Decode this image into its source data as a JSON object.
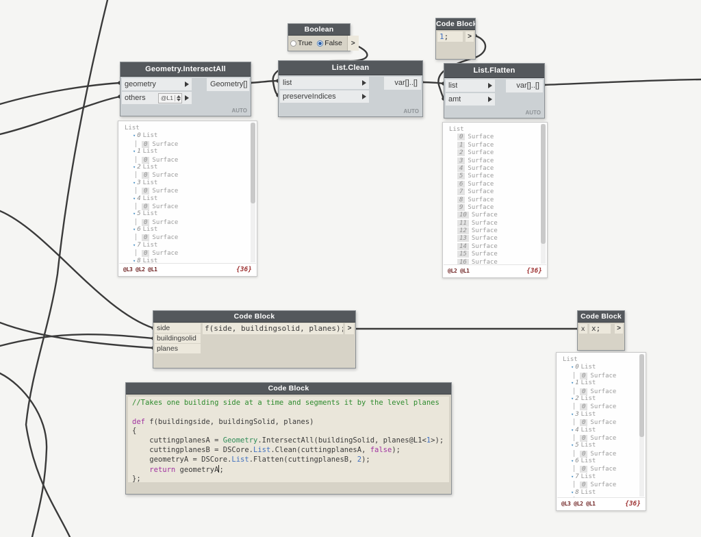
{
  "canvas": {
    "background": "#f5f5f3",
    "wire_color": "#3a3a3a"
  },
  "nodes": {
    "intersectall": {
      "title": "Geometry.IntersectAll",
      "inputs": [
        {
          "label": "geometry"
        },
        {
          "label": "others",
          "lacing": "@L1"
        }
      ],
      "output": "Geometry[]",
      "lacing": "AUTO"
    },
    "boolean": {
      "title": "Boolean",
      "options": [
        {
          "label": "True",
          "selected": false
        },
        {
          "label": "False",
          "selected": true
        }
      ],
      "output_glyph": ">"
    },
    "codeblock_one": {
      "title": "Code Block",
      "code": [
        {
          "t": "1",
          "c": "num"
        },
        {
          "t": ";",
          "c": "plain"
        }
      ],
      "output_glyph": ">"
    },
    "listclean": {
      "title": "List.Clean",
      "inputs": [
        {
          "label": "list"
        },
        {
          "label": "preserveIndices"
        }
      ],
      "output": "var[]..[]",
      "lacing": "AUTO"
    },
    "listflatten": {
      "title": "List.Flatten",
      "inputs": [
        {
          "label": "list"
        },
        {
          "label": "amt"
        }
      ],
      "output": "var[]..[]",
      "lacing": "AUTO"
    },
    "codeblock_f": {
      "title": "Code Block",
      "inputs": [
        {
          "label": "side"
        },
        {
          "label": "buildingsolid"
        },
        {
          "label": "planes"
        }
      ],
      "code": [
        {
          "t": "f(side, buildingsolid, planes);",
          "c": "plain"
        }
      ],
      "output_glyph": ">"
    },
    "codeblock_x": {
      "title": "Code Block",
      "inputs": [
        {
          "label": "x"
        }
      ],
      "code": [
        {
          "t": "x;",
          "c": "plain"
        }
      ],
      "output_glyph": ">"
    },
    "codeblock_def": {
      "title": "Code Block",
      "lines": [
        [
          {
            "t": "//Takes one building side at a time and segments it by the level planes",
            "c": "comment"
          }
        ],
        [],
        [
          {
            "t": "def",
            "c": "kw"
          },
          {
            "t": " f(buildingside, buildingSolid, planes)",
            "c": "plain"
          }
        ],
        [
          {
            "t": "{",
            "c": "plain"
          }
        ],
        [
          {
            "t": "    cuttingplanesA = ",
            "c": "plain"
          },
          {
            "t": "Geometry",
            "c": "cls"
          },
          {
            "t": ".IntersectAll(buildingSolid, planes@L1<",
            "c": "plain"
          },
          {
            "t": "1",
            "c": "num"
          },
          {
            "t": ">);",
            "c": "plain"
          }
        ],
        [
          {
            "t": "    cuttingplanesB = DSCore.",
            "c": "plain"
          },
          {
            "t": "List",
            "c": "blue"
          },
          {
            "t": ".Clean(cuttingplanesA, ",
            "c": "plain"
          },
          {
            "t": "false",
            "c": "kw"
          },
          {
            "t": ");",
            "c": "plain"
          }
        ],
        [
          {
            "t": "    geometryA = DSCore.",
            "c": "plain"
          },
          {
            "t": "List",
            "c": "blue"
          },
          {
            "t": ".Flatten(cuttingplanesB, ",
            "c": "plain"
          },
          {
            "t": "2",
            "c": "num"
          },
          {
            "t": ");",
            "c": "plain"
          }
        ],
        [
          {
            "t": "    ",
            "c": "plain"
          },
          {
            "t": "return",
            "c": "kw"
          },
          {
            "t": " geometryA",
            "c": "plain"
          },
          {
            "t": "",
            "c": "cursor"
          },
          {
            "t": ";",
            "c": "plain"
          }
        ],
        [
          {
            "t": "};",
            "c": "plain"
          }
        ]
      ]
    }
  },
  "previews": {
    "left": {
      "root_label": "List",
      "mode": "nested",
      "group_label": "List",
      "child_badge": "0",
      "child_label": "Surface",
      "indices": [
        0,
        1,
        2,
        3,
        4,
        5,
        6,
        7,
        8
      ],
      "footer_left": "@L3 @L2 @L1",
      "footer_right": "{36}"
    },
    "flat": {
      "root_label": "List",
      "mode": "flat",
      "item_label": "Surface",
      "indices": [
        0,
        1,
        2,
        3,
        4,
        5,
        6,
        7,
        8,
        9,
        10,
        11,
        12,
        13,
        14,
        15,
        16
      ],
      "footer_left": "@L2 @L1",
      "footer_right": "{36}"
    },
    "bottom": {
      "root_label": "List",
      "mode": "nested",
      "group_label": "List",
      "child_badge": "0",
      "child_label": "Surface",
      "indices": [
        0,
        1,
        2,
        3,
        4,
        5,
        6,
        7,
        8
      ],
      "footer_left": "@L3 @L2 @L1",
      "footer_right": "{36}"
    }
  }
}
